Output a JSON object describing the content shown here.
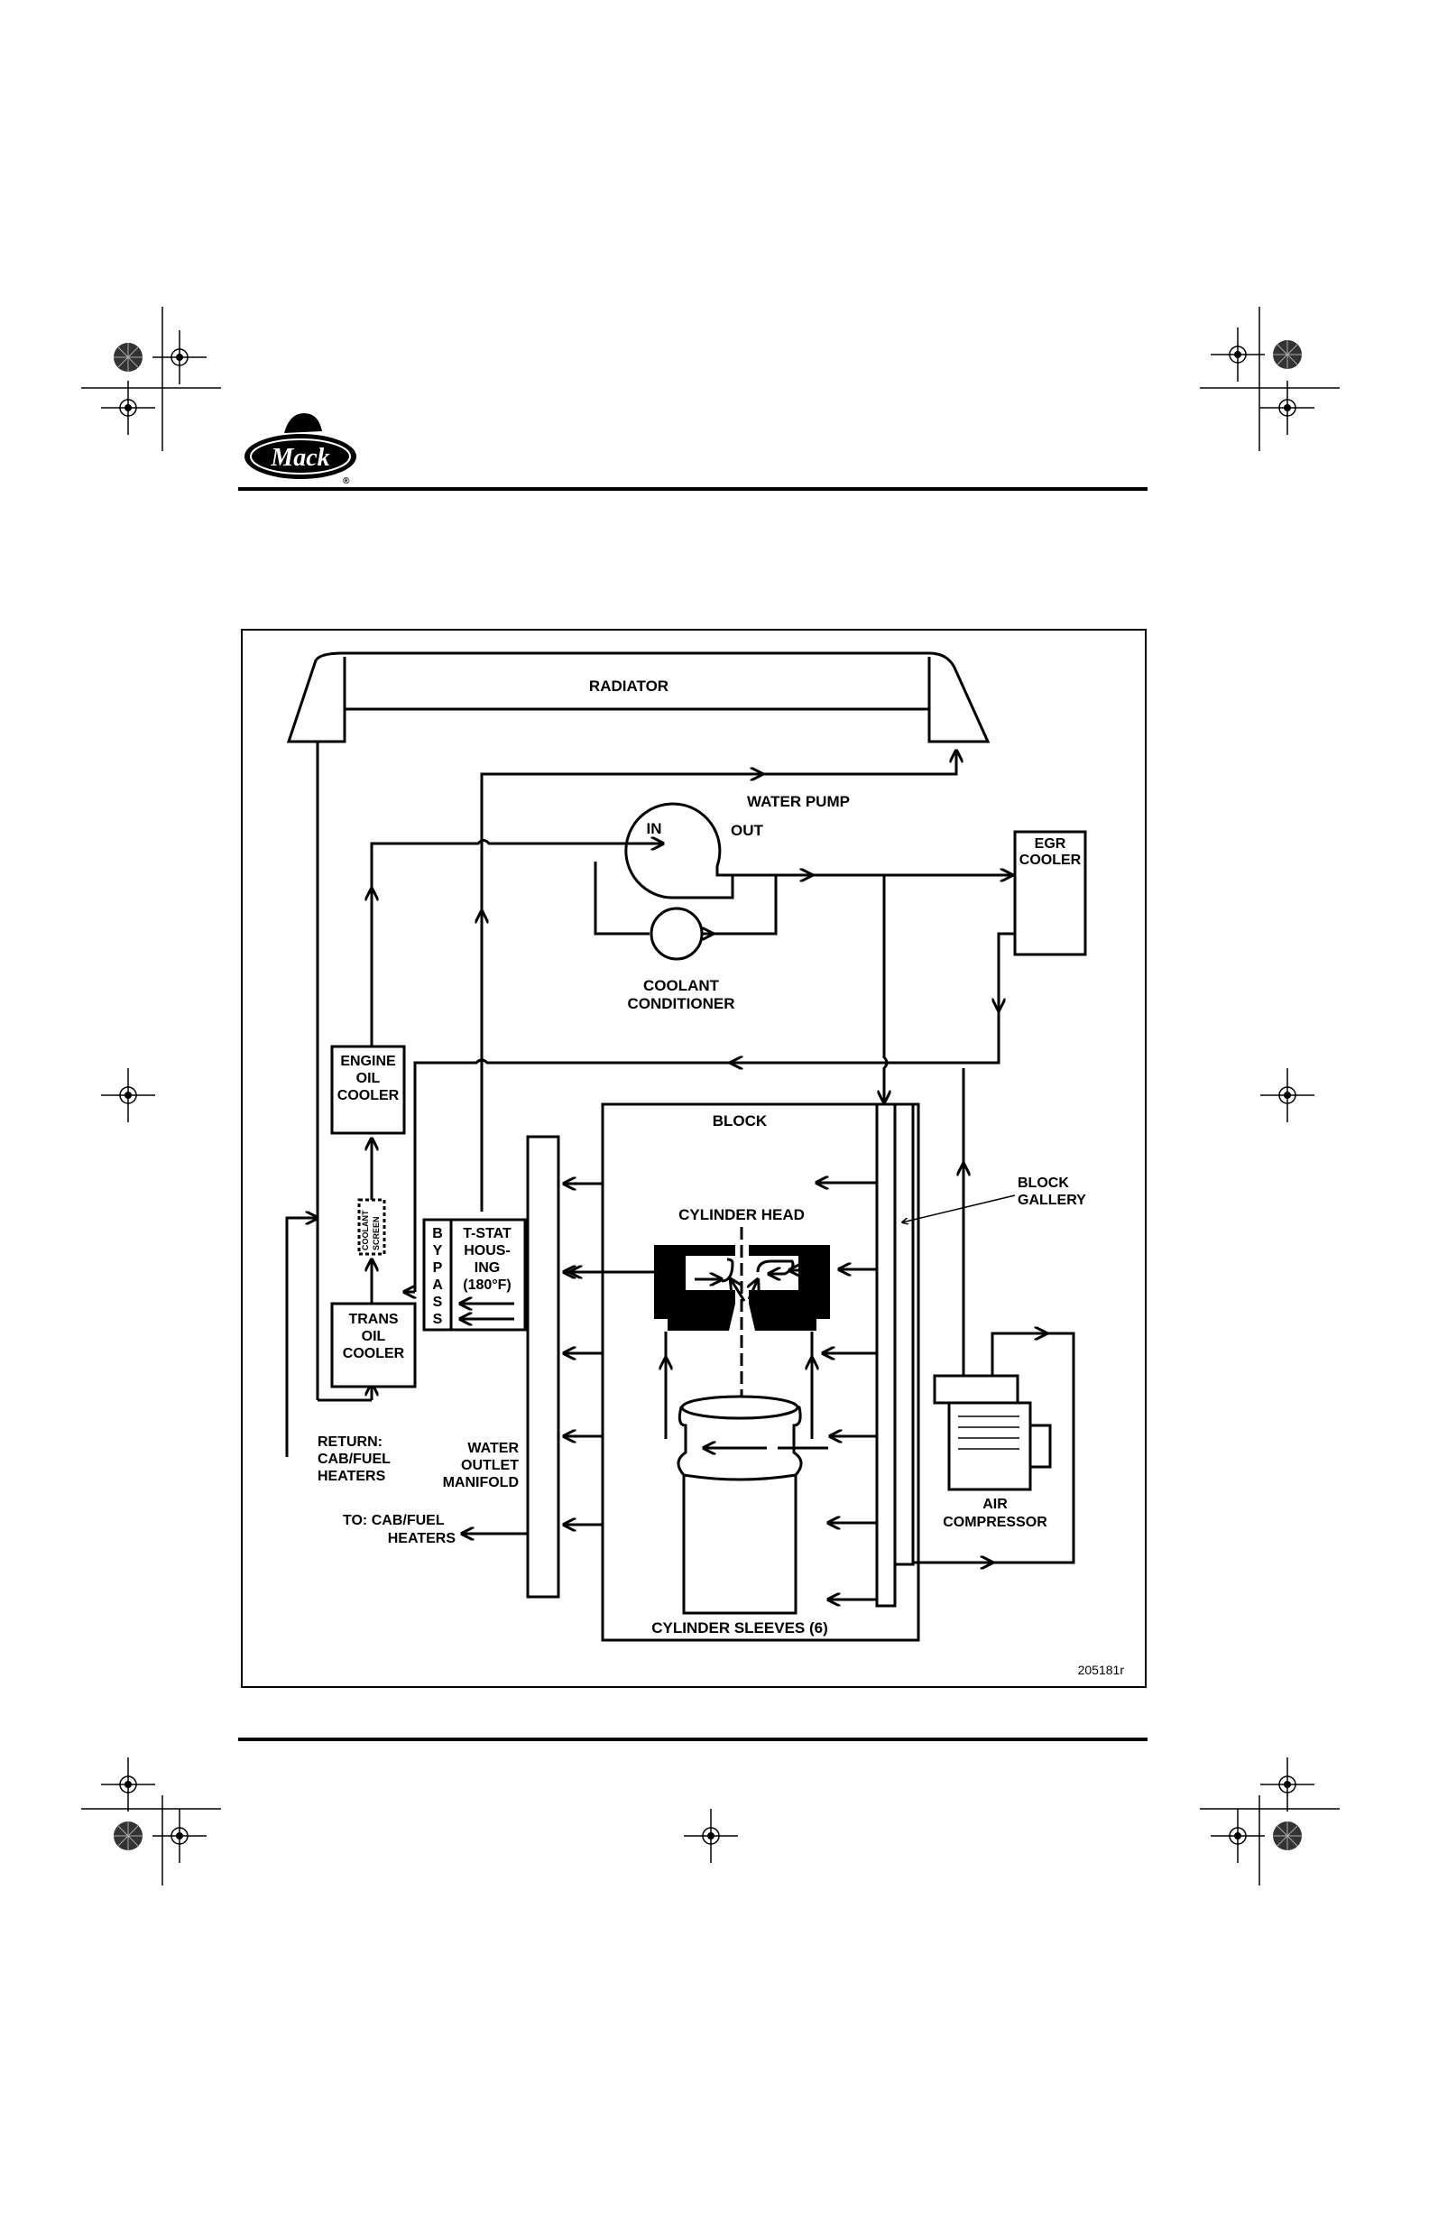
{
  "header": {
    "logo_text": "Mack",
    "registered": "®"
  },
  "diagram": {
    "radiator": "RADIATOR",
    "water_pump": "WATER PUMP",
    "pump_in": "IN",
    "pump_out": "OUT",
    "egr_cooler": [
      "EGR",
      "COOLER"
    ],
    "coolant_conditioner": [
      "COOLANT",
      "CONDITIONER"
    ],
    "engine_oil_cooler": [
      "ENGINE",
      "OIL",
      "COOLER"
    ],
    "coolant_screen": [
      "COOLANT",
      "SCREEN"
    ],
    "bypass": [
      "B",
      "Y",
      "P",
      "A",
      "S",
      "S"
    ],
    "tstat_housing": [
      "T-STAT",
      "HOUS-",
      "ING",
      "(180°F)"
    ],
    "trans_oil_cooler": [
      "TRANS",
      "OIL",
      "COOLER"
    ],
    "block": "BLOCK",
    "block_gallery": [
      "BLOCK",
      "GALLERY"
    ],
    "cylinder_head": "CYLINDER HEAD",
    "air_compressor": [
      "AIR",
      "COMPRESSOR"
    ],
    "return_heaters": [
      "RETURN:",
      "CAB/FUEL",
      "HEATERS"
    ],
    "water_outlet_manifold": [
      "WATER",
      "OUTLET",
      "MANIFOLD"
    ],
    "to_heaters": [
      "TO: CAB/FUEL",
      "HEATERS"
    ],
    "cylinder_sleeves": "CYLINDER SLEEVES (6)",
    "figure_id": "205181r"
  }
}
